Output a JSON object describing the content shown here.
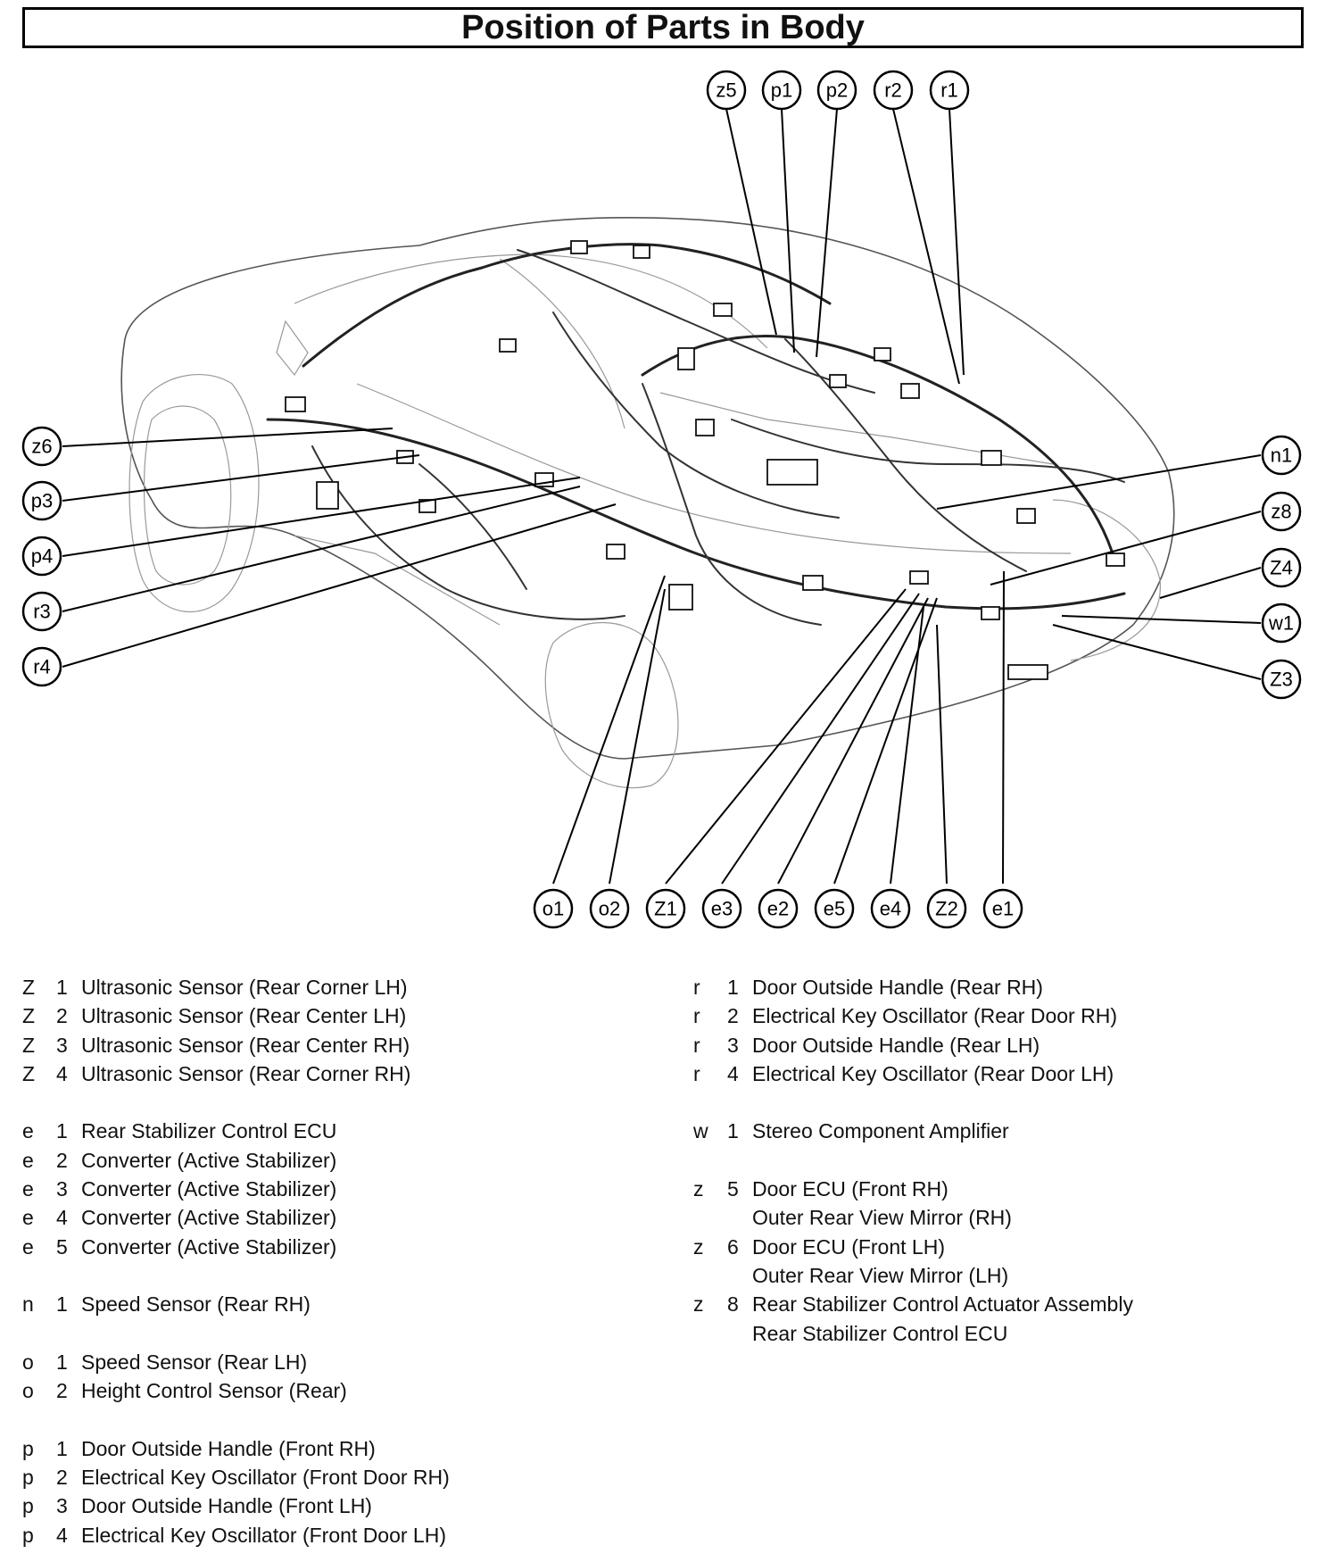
{
  "title": "Position of Parts in Body",
  "callouts": {
    "z5": "z5",
    "p1": "p1",
    "p2": "p2",
    "r2": "r2",
    "r1": "r1",
    "z6": "z6",
    "p3": "p3",
    "p4": "p4",
    "r3": "r3",
    "r4": "r4",
    "n1": "n1",
    "z8": "z8",
    "Z4": "Z4",
    "w1": "w1",
    "Z3": "Z3",
    "o1": "o1",
    "o2": "o2",
    "Z1": "Z1",
    "e3": "e3",
    "e2": "e2",
    "e5": "e5",
    "e4": "e4",
    "Z2": "Z2",
    "e1": "e1"
  },
  "legend_left": [
    {
      "letter": "Z",
      "num": "1",
      "desc": "Ultrasonic Sensor (Rear Corner LH)"
    },
    {
      "letter": "Z",
      "num": "2",
      "desc": "Ultrasonic Sensor (Rear Center LH)"
    },
    {
      "letter": "Z",
      "num": "3",
      "desc": "Ultrasonic Sensor (Rear Center RH)"
    },
    {
      "letter": "Z",
      "num": "4",
      "desc": "Ultrasonic Sensor (Rear Corner RH)"
    },
    {
      "letter": "e",
      "num": "1",
      "desc": "Rear Stabilizer Control ECU"
    },
    {
      "letter": "e",
      "num": "2",
      "desc": "Converter (Active Stabilizer)"
    },
    {
      "letter": "e",
      "num": "3",
      "desc": "Converter (Active Stabilizer)"
    },
    {
      "letter": "e",
      "num": "4",
      "desc": "Converter (Active Stabilizer)"
    },
    {
      "letter": "e",
      "num": "5",
      "desc": "Converter (Active Stabilizer)"
    },
    {
      "letter": "n",
      "num": "1",
      "desc": "Speed Sensor (Rear RH)"
    },
    {
      "letter": "o",
      "num": "1",
      "desc": "Speed Sensor (Rear LH)"
    },
    {
      "letter": "o",
      "num": "2",
      "desc": "Height Control Sensor (Rear)"
    },
    {
      "letter": "p",
      "num": "1",
      "desc": "Door Outside Handle (Front RH)"
    },
    {
      "letter": "p",
      "num": "2",
      "desc": "Electrical Key Oscillator (Front Door RH)"
    },
    {
      "letter": "p",
      "num": "3",
      "desc": "Door Outside Handle (Front LH)"
    },
    {
      "letter": "p",
      "num": "4",
      "desc": "Electrical Key Oscillator (Front Door LH)"
    }
  ],
  "legend_right": [
    {
      "letter": "r",
      "num": "1",
      "desc": "Door Outside Handle (Rear RH)"
    },
    {
      "letter": "r",
      "num": "2",
      "desc": "Electrical Key Oscillator (Rear Door RH)"
    },
    {
      "letter": "r",
      "num": "3",
      "desc": "Door Outside Handle (Rear LH)"
    },
    {
      "letter": "r",
      "num": "4",
      "desc": "Electrical Key Oscillator (Rear Door LH)"
    },
    {
      "letter": "w",
      "num": "1",
      "desc": "Stereo Component Amplifier"
    },
    {
      "letter": "z",
      "num": "5",
      "desc": "Door ECU (Front RH)",
      "desc2": "Outer Rear View Mirror (RH)"
    },
    {
      "letter": "z",
      "num": "6",
      "desc": "Door ECU (Front LH)",
      "desc2": "Outer Rear View Mirror (LH)"
    },
    {
      "letter": "z",
      "num": "8",
      "desc": "Rear Stabilizer Control Actuator Assembly",
      "desc2": "Rear Stabilizer Control ECU"
    }
  ]
}
